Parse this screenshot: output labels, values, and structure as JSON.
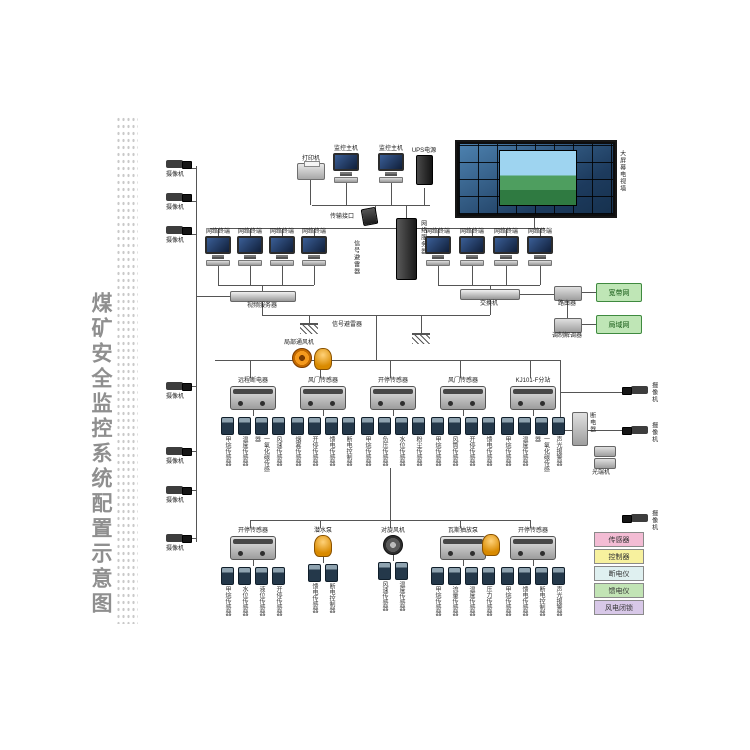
{
  "title": "煤矿安全监控系统配置示意图",
  "top": {
    "printer_label": "打印机",
    "host_label": "监控主机",
    "ups_label": "UPS电源",
    "wall_label": "大屏幕电视墙",
    "server_label": "网络服务器",
    "interface_label": "传输接口",
    "arrester_label": "信号避雷器",
    "terminal_label": "网络终端"
  },
  "network": {
    "video_server_label": "视频服务器",
    "switch_label": "交换机",
    "router_label": "路由器",
    "broadband_label": "宽带网",
    "modem_label": "调制解调器",
    "lan_label": "局域网"
  },
  "devices": {
    "camera_label": "摄像机",
    "fan_label": "局部通风机",
    "axial_fan_label": "对旋风机",
    "pump_label": "潜水泵",
    "gas_pump_label": "瓦斯抽放泵",
    "breaker_label": "断电器",
    "optical_label": "光端机"
  },
  "upper_clusters": [
    {
      "name": "远程断电器",
      "sensors": [
        "甲烷传感器",
        "温度传感器",
        "一氧化碳传感器",
        "风速传感器"
      ]
    },
    {
      "name": "风门传感器",
      "sensors": [
        "烟雾传感器",
        "开停传感器",
        "馈电传感器",
        "断电控制器"
      ]
    },
    {
      "name": "开停传感器",
      "sensors": [
        "甲烷传感器",
        "负压传感器",
        "水位传感器",
        "粉尘传感器"
      ]
    },
    {
      "name": "风门传感器",
      "sensors": [
        "甲烷传感器",
        "风筒传感器",
        "开停传感器",
        "馈电传感器"
      ]
    },
    {
      "name": "KJ101-F分站",
      "sensors": [
        "甲烷传感器",
        "温度传感器",
        "一氧化碳传感器",
        "声光报警器"
      ]
    }
  ],
  "lower_clusters": [
    {
      "name": "开停传感器",
      "sensors": [
        "甲烷传感器",
        "水位传感器",
        "液位传感器",
        "开停传感器"
      ]
    },
    {
      "name": "潜水泵",
      "sensors": [
        "馈电传感器",
        "断电控制器"
      ]
    },
    {
      "name": "对旋风机",
      "sensors": [
        "风速传感器",
        "温度传感器"
      ]
    },
    {
      "name": "瓦斯抽放泵",
      "sensors": [
        "甲烷传感器",
        "流量传感器",
        "温度传感器",
        "压力传感器"
      ]
    },
    {
      "name": "开停传感器",
      "sensors": [
        "甲烷传感器",
        "馈电传感器",
        "断电控制器",
        "声光报警器"
      ]
    }
  ],
  "legend": [
    {
      "label": "传感器",
      "color": "#f3bcd4"
    },
    {
      "label": "控制器",
      "color": "#f7f19e"
    },
    {
      "label": "断电仪",
      "color": "#dff0f0"
    },
    {
      "label": "馈电仪",
      "color": "#c2e4b5"
    },
    {
      "label": "风电闭锁",
      "color": "#d8c8e8"
    }
  ]
}
